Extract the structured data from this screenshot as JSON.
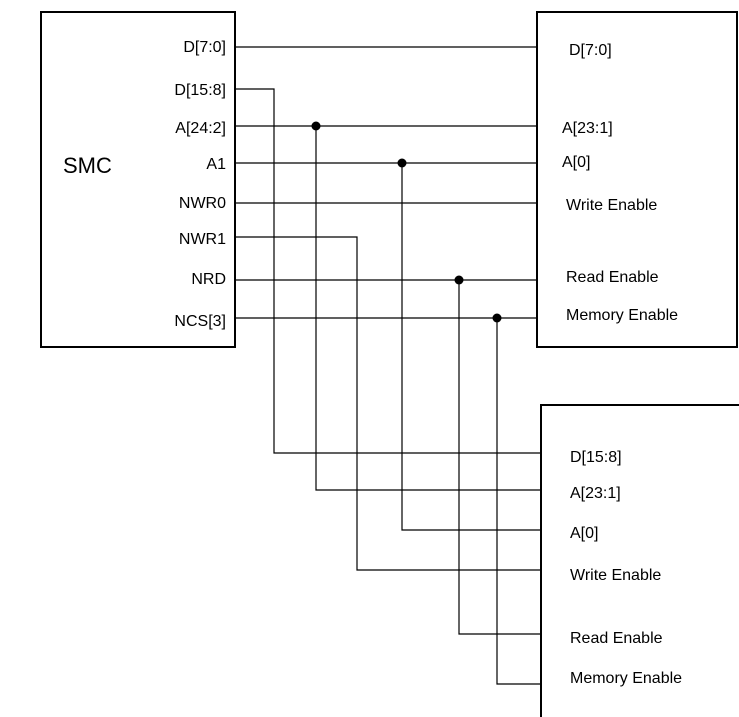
{
  "smc": {
    "title": "SMC",
    "pins": [
      "D[7:0]",
      "D[15:8]",
      "A[24:2]",
      "A1",
      "NWR0",
      "NWR1",
      "NRD",
      "NCS[3]"
    ]
  },
  "memory_upper": {
    "pins": [
      "D[7:0]",
      "A[23:1]",
      "A[0]",
      "Write Enable",
      "Read Enable",
      "Memory Enable"
    ]
  },
  "memory_lower": {
    "pins": [
      "D[15:8]",
      "A[23:1]",
      "A[0]",
      "Write Enable",
      "Read Enable",
      "Memory Enable"
    ]
  }
}
